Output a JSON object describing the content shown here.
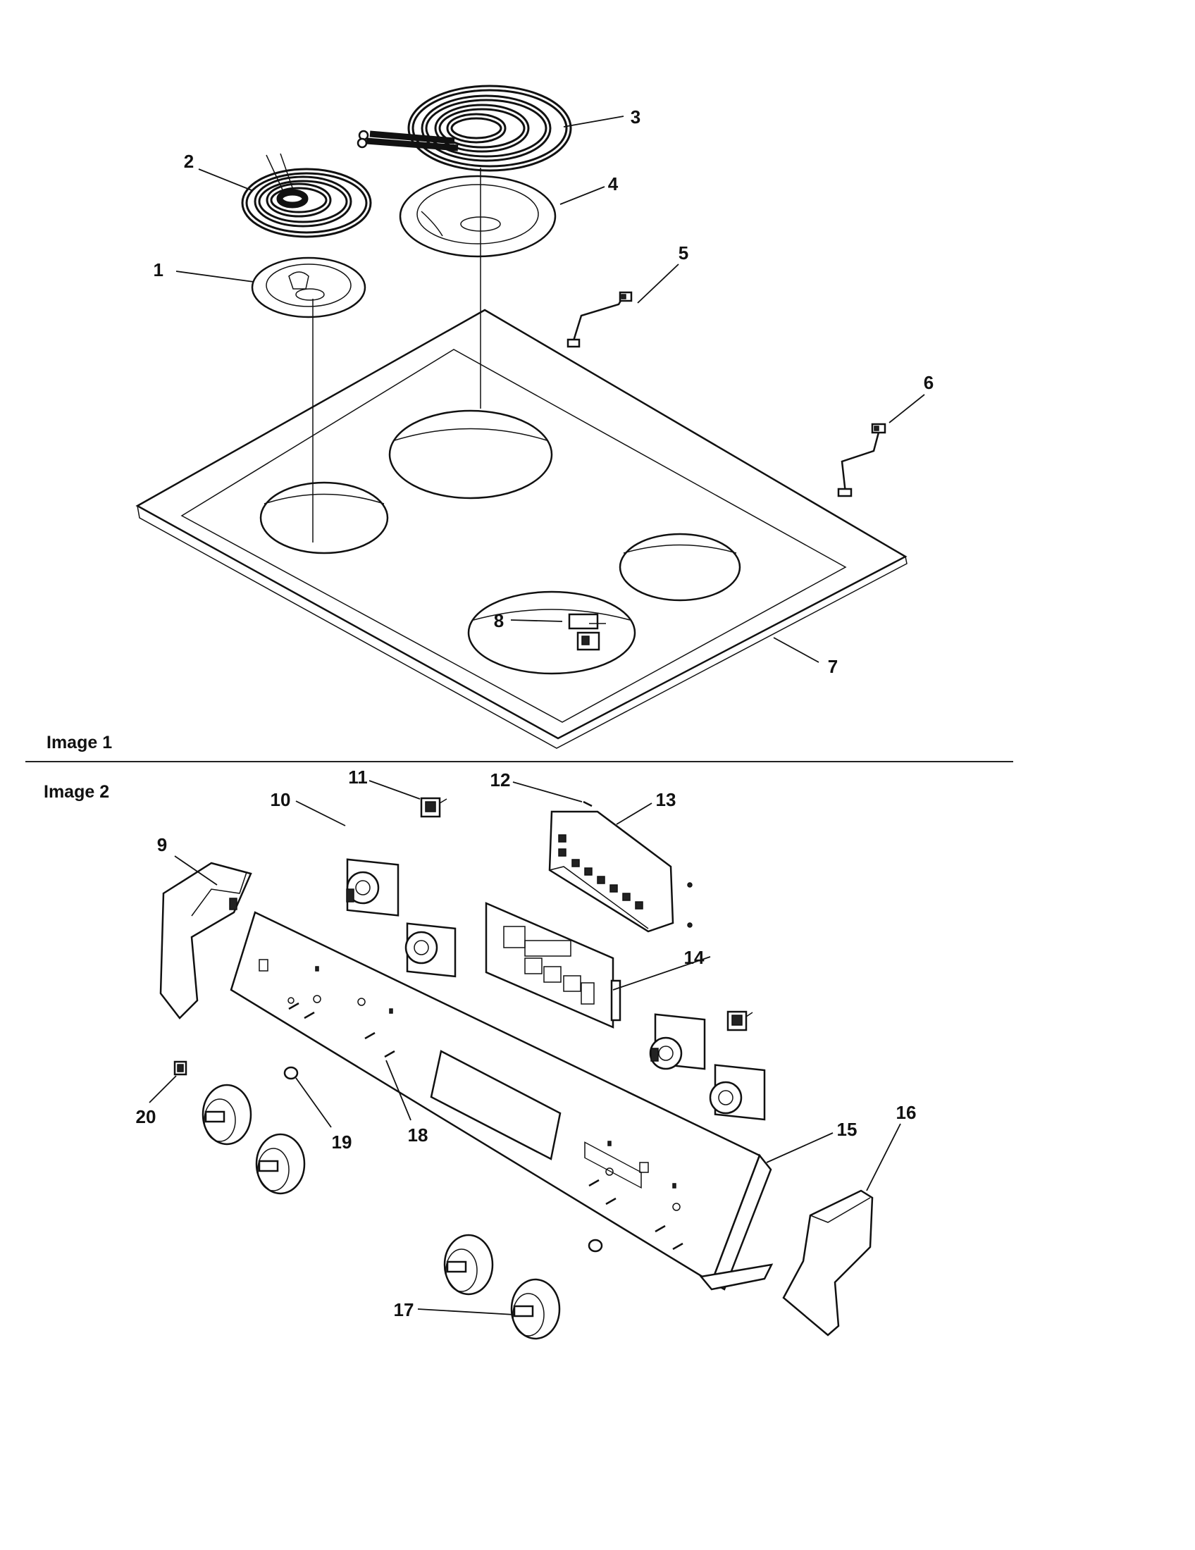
{
  "diagram": {
    "sections": [
      {
        "caption": "Image 1"
      },
      {
        "caption": "Image 2"
      }
    ],
    "callouts": [
      "1",
      "2",
      "3",
      "4",
      "5",
      "6",
      "7",
      "8",
      "9",
      "10",
      "11",
      "12",
      "13",
      "14",
      "15",
      "16",
      "17",
      "18",
      "19",
      "20"
    ]
  }
}
